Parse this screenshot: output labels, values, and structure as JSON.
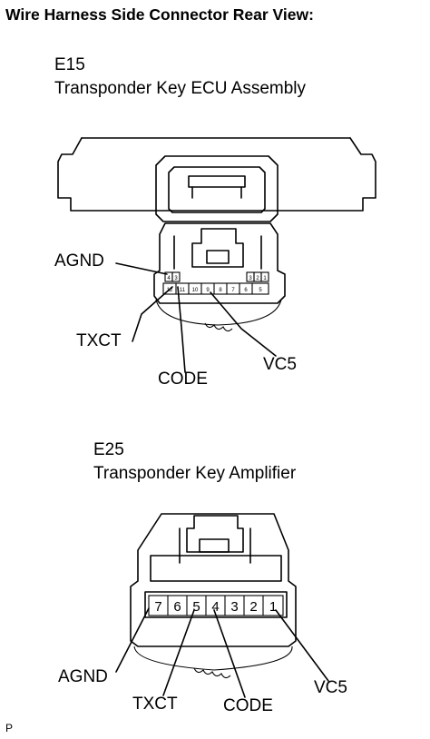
{
  "title": "Wire Harness Side Connector Rear View:",
  "connector1": {
    "code": "E15",
    "name": "Transponder Key ECU Assembly",
    "labels": {
      "agnd": "AGND",
      "txct": "TXCT",
      "code": "CODE",
      "vc5": "VC5"
    },
    "top_row_pins": [
      "4",
      "3",
      "2",
      "1"
    ],
    "bottom_row_pins": [
      "12",
      "11",
      "10",
      "9",
      "8",
      "7",
      "6",
      "5"
    ]
  },
  "connector2": {
    "code": "E25",
    "name": "Transponder Key Amplifier",
    "labels": {
      "agnd": "AGND",
      "txct": "TXCT",
      "code": "CODE",
      "vc5": "VC5"
    },
    "pins": [
      "7",
      "6",
      "5",
      "4",
      "3",
      "2",
      "1"
    ]
  },
  "footer_code": "P"
}
